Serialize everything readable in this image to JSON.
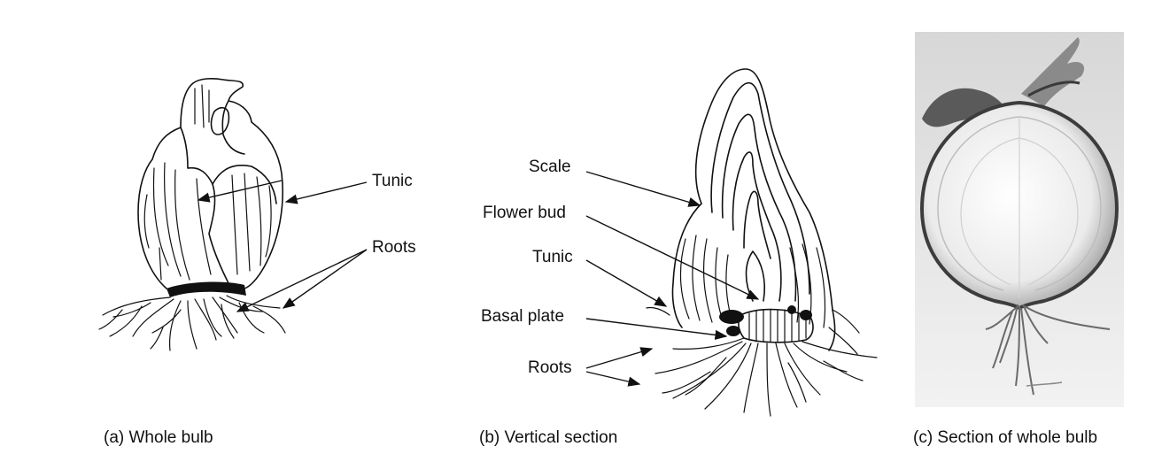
{
  "panels": {
    "a": {
      "caption": "(a) Whole bulb",
      "labels": {
        "tunic": "Tunic",
        "roots": "Roots"
      }
    },
    "b": {
      "caption": "(b) Vertical section",
      "labels": {
        "scale": "Scale",
        "flower_bud": "Flower bud",
        "tunic": "Tunic",
        "basal_plate": "Basal plate",
        "roots": "Roots"
      }
    },
    "c": {
      "caption": "(c) Section of whole bulb"
    }
  },
  "colors": {
    "ink": "#111111",
    "background": "#ffffff",
    "photo_bg": "#e6e6e6"
  }
}
